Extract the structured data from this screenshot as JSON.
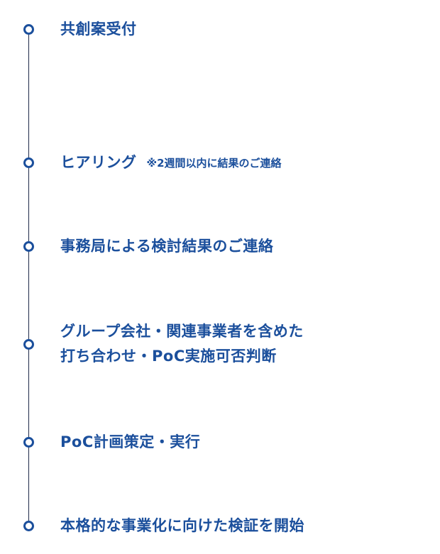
{
  "colors": {
    "accent": "#1b4f9c",
    "line": "#1f2b4a"
  },
  "steps": [
    {
      "label": "共創案受付"
    },
    {
      "label": "ヒアリング",
      "note": "※2週間以内に結果のご連絡"
    },
    {
      "label": "事務局による検討結果のご連絡"
    },
    {
      "label_line1": "グループ会社・関連事業者を含めた",
      "label_line2": "打ち合わせ・PoC実施可否判断"
    },
    {
      "label": "PoC計画策定・実行"
    },
    {
      "label": "本格的な事業化に向けた検証を開始"
    }
  ]
}
